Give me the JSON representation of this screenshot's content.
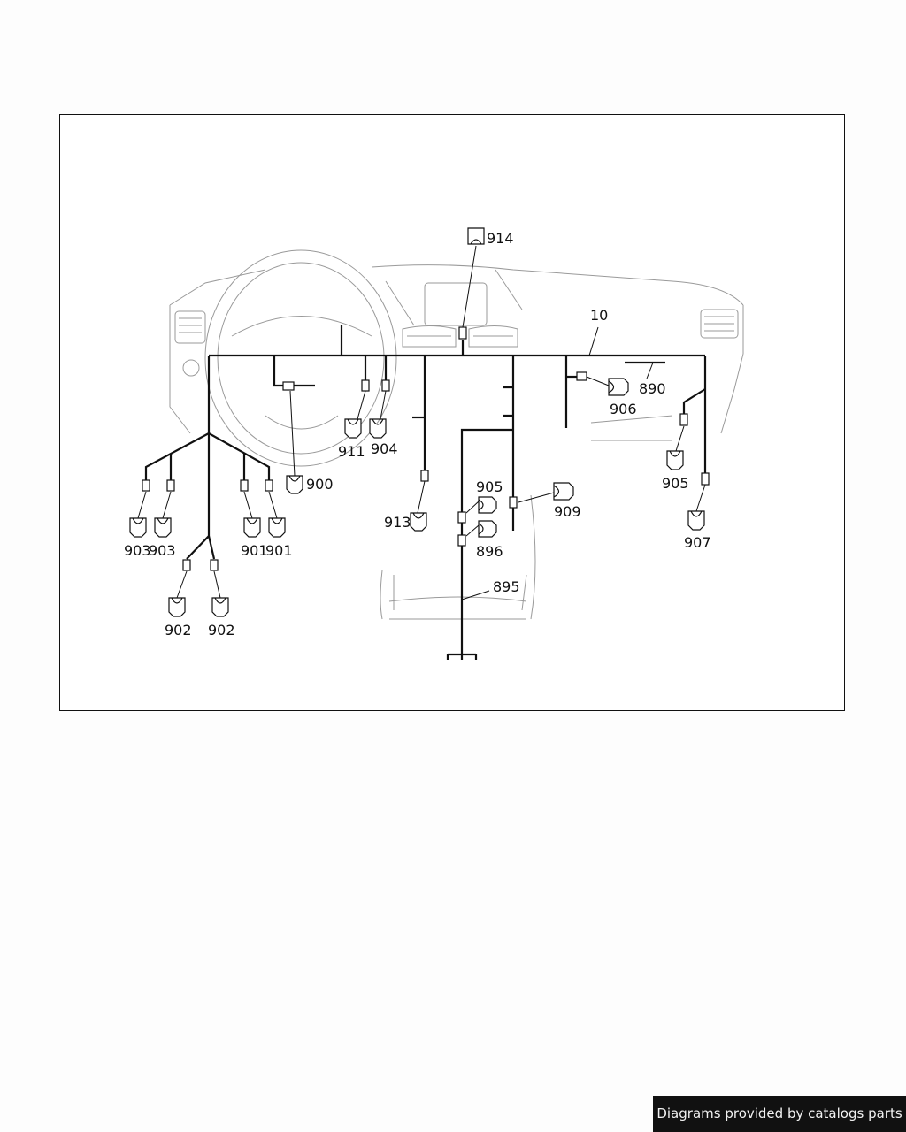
{
  "diagram": {
    "labels": {
      "l10": "10",
      "l890": "890",
      "l895": "895",
      "l896": "896",
      "l900": "900",
      "l901a": "901",
      "l901b": "901",
      "l902a": "902",
      "l902b": "902",
      "l903a": "903",
      "l903b": "903",
      "l904": "904",
      "l905a": "905",
      "l905b": "905",
      "l906": "906",
      "l907": "907",
      "l909": "909",
      "l911": "911",
      "l913": "913",
      "l914": "914"
    }
  },
  "footer": {
    "text": "Diagrams provided by catalogs parts"
  }
}
